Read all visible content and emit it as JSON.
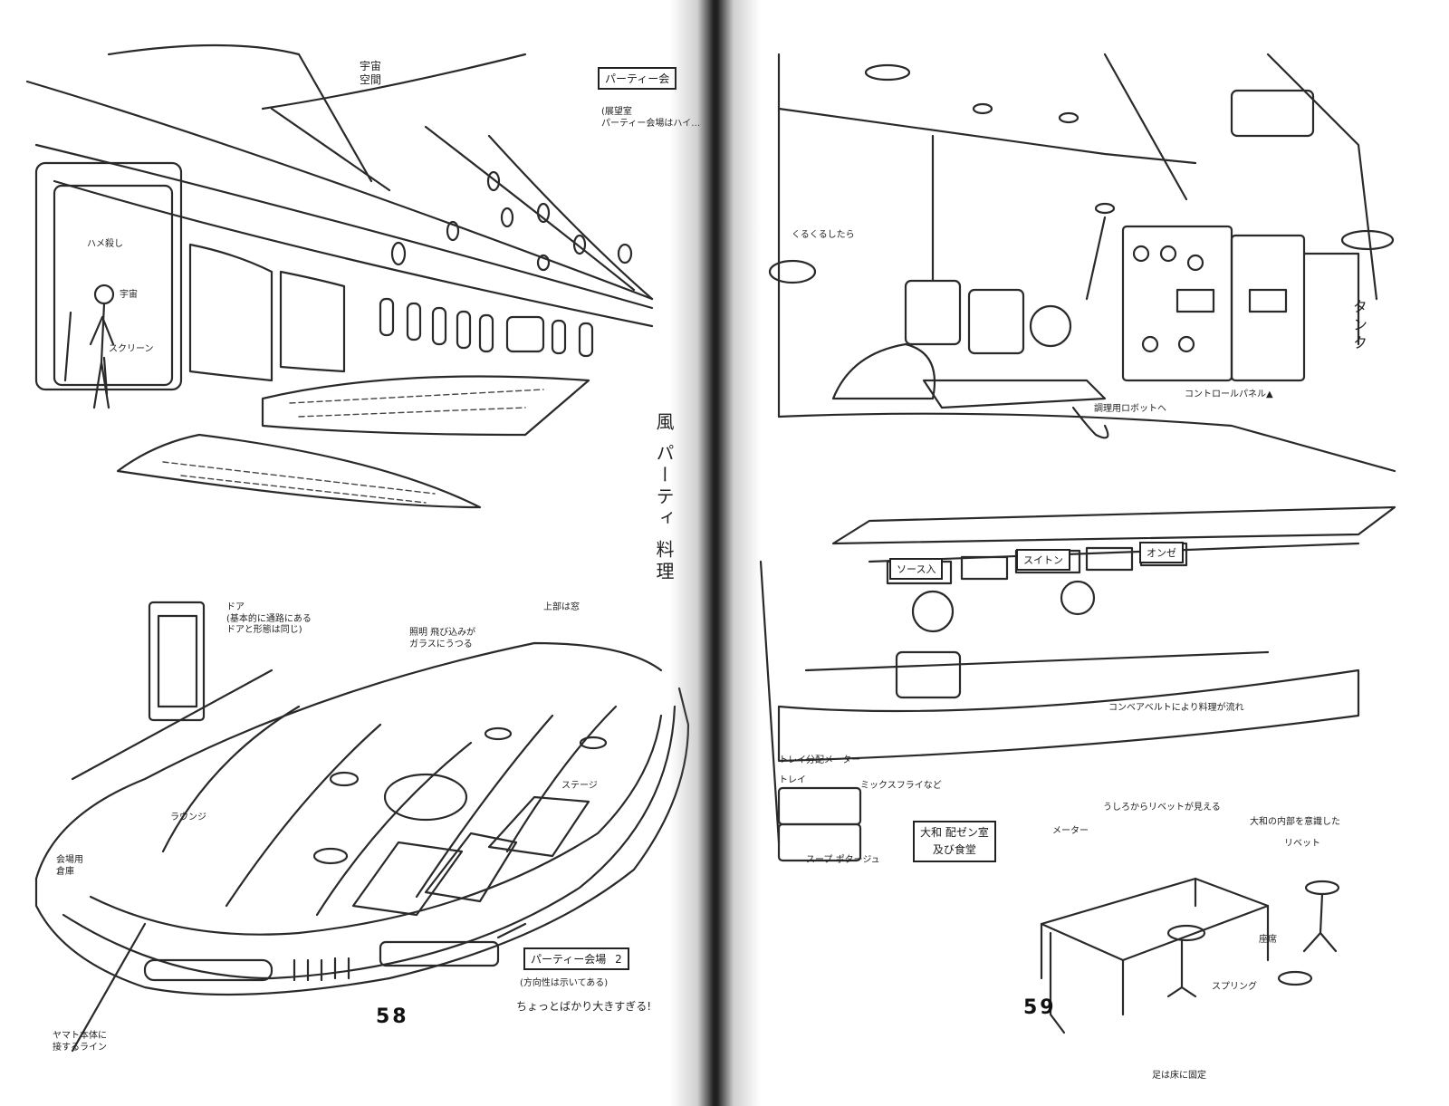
{
  "left_page": {
    "page_number": "58",
    "labels": {
      "uchu_top": "宇宙",
      "uchu_top2": "空間",
      "party_title": "パーティー会",
      "observation": "(展望室",
      "observation_sub": "パーティー会場はハイ…",
      "hametsuke": "ハメ殺し",
      "uchu_mid": "宇宙",
      "screen": "スクリーン",
      "vertical_caption": "風 パーティ 料理",
      "door": "ドア",
      "door_note_1": "(基本的に通路にある",
      "door_note_2": "ドアと形態は同じ)",
      "upper_window": "上部は窓",
      "lighting_1": "照明 飛び込みが",
      "lighting_2": "ガラスにうつる",
      "stage": "ステージ",
      "lounge": "ラウンジ",
      "storage_1": "会場用",
      "storage_2": "倉庫",
      "party_hall_title": "パーティー会場",
      "party_hall_num": "2",
      "party_hall_note": "(方向性は示いてある)",
      "too_big": "ちょっとばかり大きすぎる!",
      "yamato_line_1": "ヤマト本体に",
      "yamato_line_2": "接するライン"
    }
  },
  "right_page": {
    "page_number": "59",
    "labels": {
      "kitchen_robot": "くるくるしたら",
      "tank": "タンク",
      "control_panel": "コントロールパネル▲",
      "robot_arm": "調理用ロボットヘ",
      "sign_1": "ソース入",
      "sign_2": "スイトン",
      "sign_3": "オンゼ",
      "conveyor": "コンベアベルトにより料理が流れ",
      "counter_1": "トレイ分配メーター",
      "counter_2": "ミックスフライなど",
      "counter_3": "スープ ポタージュ",
      "counter_4": "トレイ",
      "dining_title_1": "大和 配ゼン室",
      "dining_title_2": "及び食堂",
      "meter": "メーター",
      "rivet_note": "うしろからリベットが見える",
      "rivet": "リベット",
      "wall_note": "大和の内部を意識した",
      "spring": "スプリング",
      "floor_fixed": "足は床に固定",
      "seat_note": "座席"
    }
  }
}
